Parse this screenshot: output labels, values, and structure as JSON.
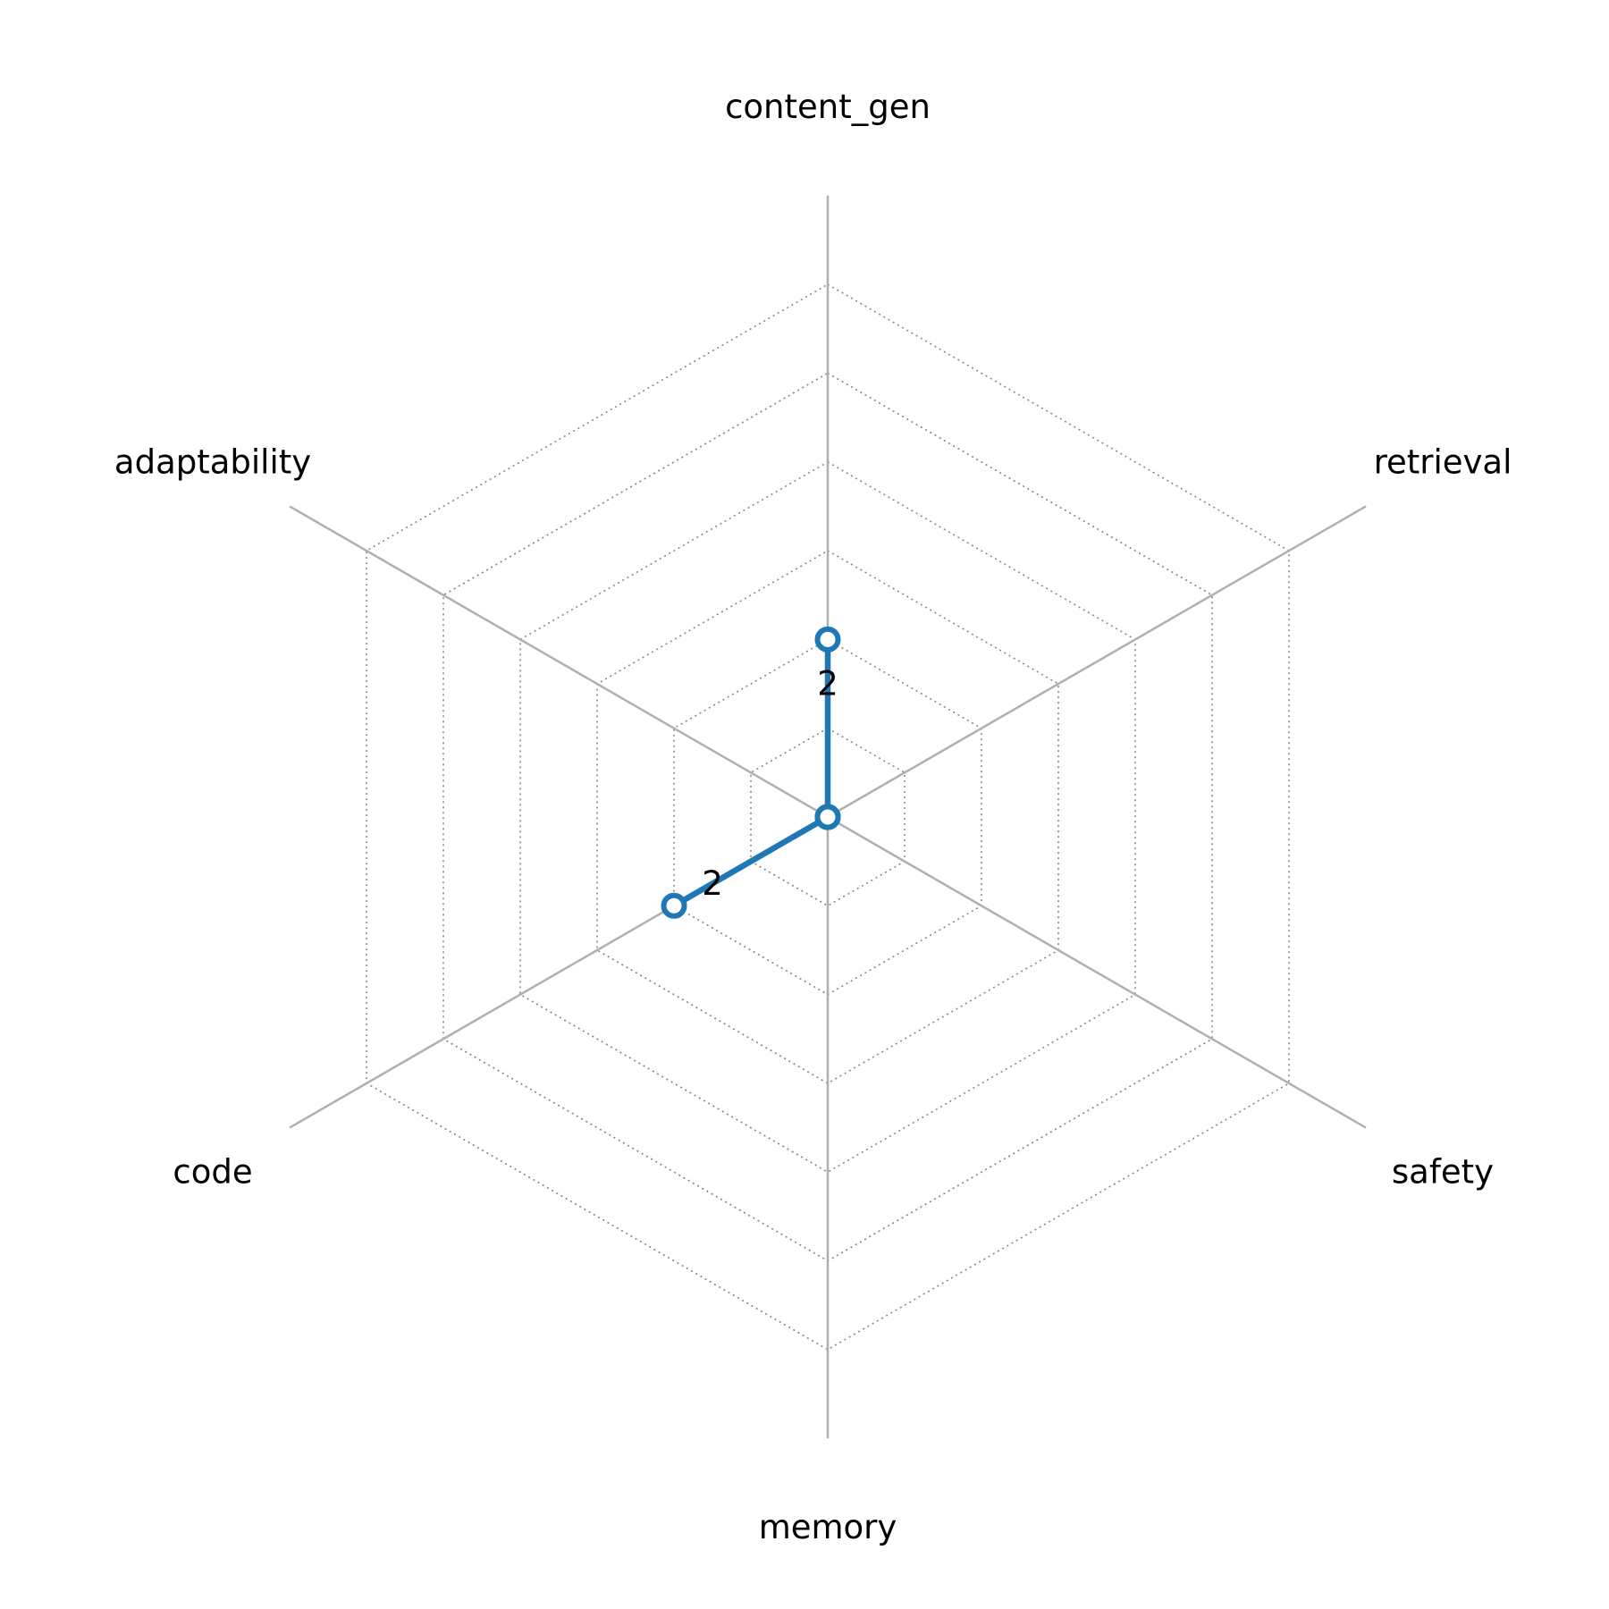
{
  "chart_data": {
    "type": "radar",
    "title": "",
    "axes": [
      "content_gen",
      "retrieval",
      "safety",
      "memory",
      "code",
      "adaptability"
    ],
    "series": [
      {
        "name": "",
        "color": "#1f77b4",
        "values": [
          2,
          0,
          0,
          0,
          2,
          0
        ]
      }
    ],
    "value_labels": [
      "2",
      "",
      "",
      "",
      "2",
      ""
    ],
    "rlim": [
      0,
      7
    ],
    "grid_rings": [
      1,
      2,
      3,
      4,
      5,
      6
    ],
    "grid": true,
    "grid_color": "#b0b0b0",
    "ring_color": "#888888"
  }
}
